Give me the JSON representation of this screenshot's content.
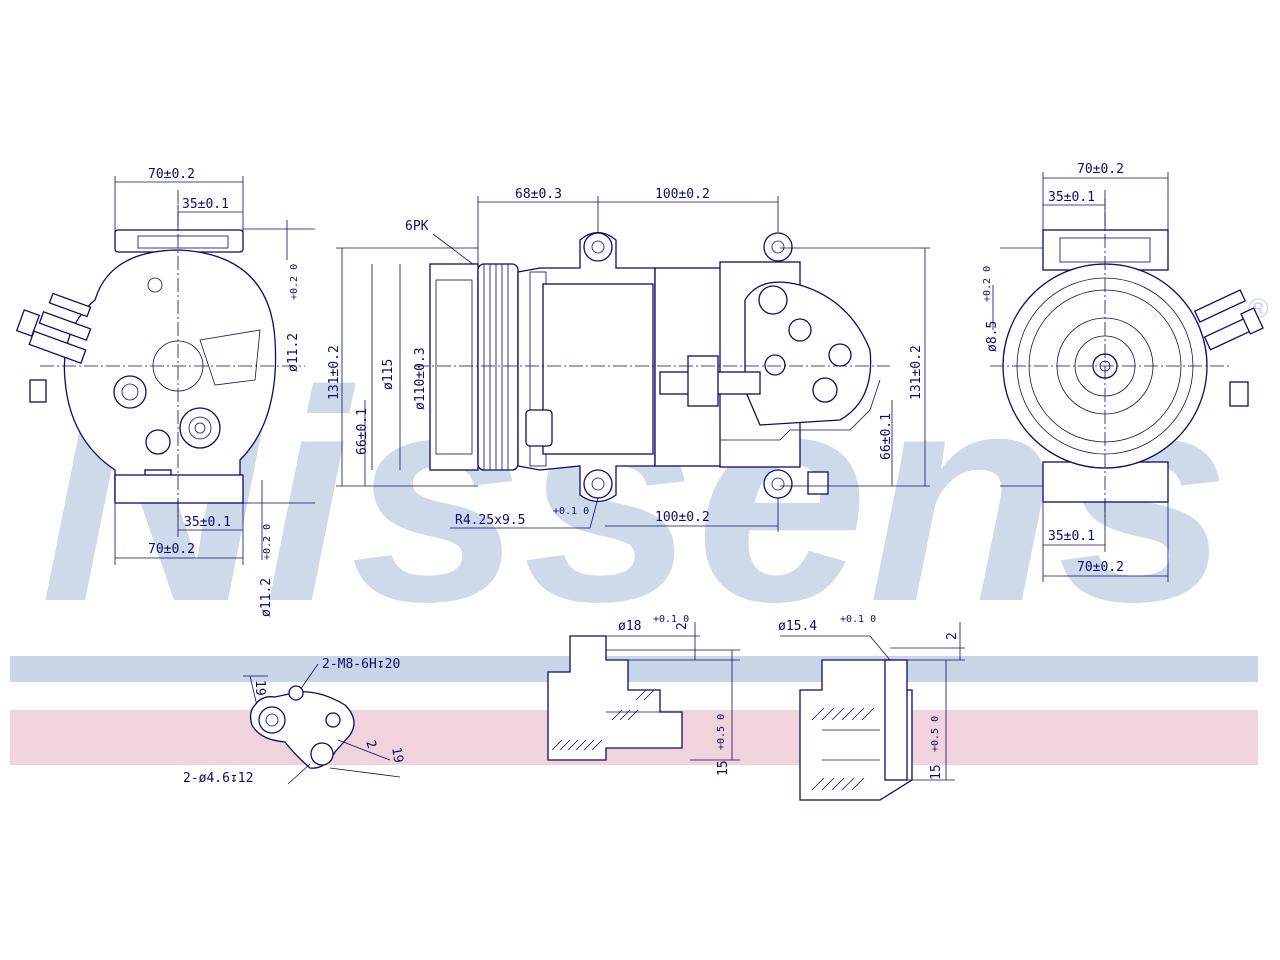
{
  "watermark": {
    "brand": "Nissens",
    "registered_mark": "®",
    "colors": {
      "blue": "#c9d6e8",
      "red": "#f1d3db",
      "line": "#0b0b6b"
    }
  },
  "left_view": {
    "width_70": "70±0.2",
    "width_35_top": "35±0.1",
    "width_35_bottom": "35±0.1",
    "width_70_bottom": "70±0.2",
    "hole_upper": "ø11.2",
    "hole_upper_tol": "+0.2 0",
    "hole_lower": "ø11.2",
    "hole_lower_tol": "+0.2 0"
  },
  "center_view": {
    "dim_68": "68±0.3",
    "dim_100_top": "100±0.2",
    "belt": "6PK",
    "dim_131": "131±0.2",
    "dia_115": "ø115",
    "dia_110": "ø110±0.3",
    "dim_66": "66±0.1",
    "radius_note": "R4.25x9.5",
    "radius_tol": "+0.1 0",
    "dim_100_bottom": "100±0.2",
    "dim_131_right": "131±0.2",
    "dim_66_right": "66±0.1"
  },
  "right_view": {
    "width_70_top": "70±0.2",
    "width_35_top": "35±0.1",
    "hole": "ø8.5",
    "hole_tol": "+0.2 0",
    "width_35_bottom": "35±0.1",
    "width_70_bottom": "70±0.2"
  },
  "detail_flange": {
    "dim_19": "19",
    "thread": "2-M8-6H↧20",
    "holes": "2-ø4.6↧12",
    "dim_2": "2",
    "dim_19b": "19"
  },
  "detail_port_a": {
    "dia": "ø18",
    "dia_tol": "+0.1 0",
    "step": "2",
    "depth": "15",
    "depth_tol": "+0.5 0"
  },
  "detail_port_b": {
    "dia": "ø15.4",
    "dia_tol": "+0.1 0",
    "step": "2",
    "depth": "15",
    "depth_tol": "+0.5 0"
  }
}
